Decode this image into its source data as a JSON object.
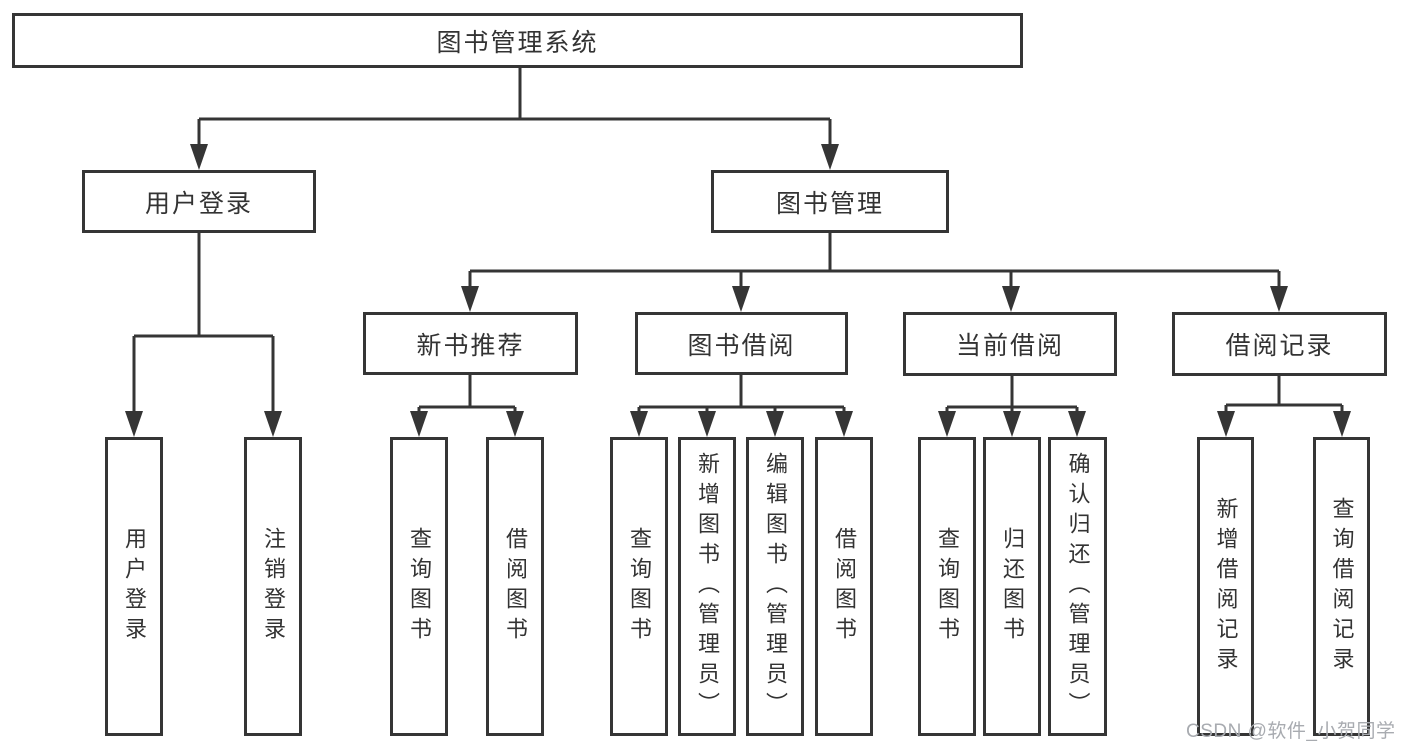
{
  "diagram": {
    "root": "图书管理系统",
    "branches": [
      {
        "label": "用户登录",
        "children": [
          "用户登录",
          "注销登录"
        ]
      },
      {
        "label": "图书管理",
        "children": [
          {
            "label": "新书推荐",
            "children": [
              "查询图书",
              "借阅图书"
            ]
          },
          {
            "label": "图书借阅",
            "children": [
              "查询图书",
              "新增图书（管理员）",
              "编辑图书（管理员）",
              "借阅图书"
            ]
          },
          {
            "label": "当前借阅",
            "children": [
              "查询图书",
              "归还图书",
              "确认归还（管理员）"
            ]
          },
          {
            "label": "借阅记录",
            "children": [
              "新增借阅记录",
              "查询借阅记录"
            ]
          }
        ]
      }
    ]
  },
  "watermark": {
    "text": "CSDN @软件_小贺同学"
  },
  "colors": {
    "line": "#353535",
    "text": "#333333",
    "watermark_text": "#a8abb0",
    "background": "#ffffff"
  }
}
